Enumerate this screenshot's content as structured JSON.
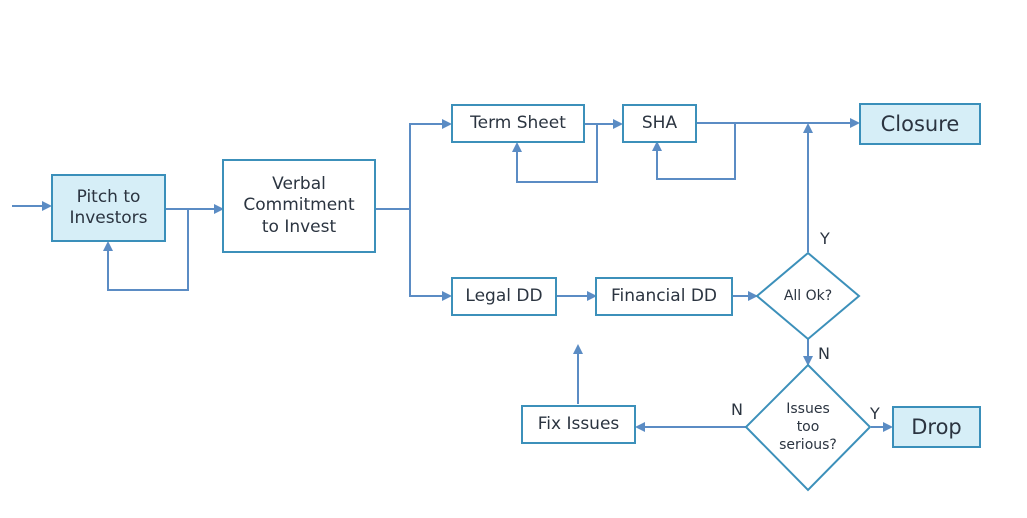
{
  "nodes": {
    "pitch": "Pitch to\nInvestors",
    "verbal": "Verbal\nCommitment\nto Invest",
    "term_sheet": "Term Sheet",
    "sha": "SHA",
    "closure": "Closure",
    "legal_dd": "Legal DD",
    "financial_dd": "Financial DD",
    "all_ok": "All Ok?",
    "issues_serious": "Issues\ntoo\nserious?",
    "fix_issues": "Fix Issues",
    "drop": "Drop"
  },
  "edge_labels": {
    "all_ok_yes": "Y",
    "all_ok_no": "N",
    "issues_no": "N",
    "issues_yes": "Y"
  },
  "colors": {
    "line": "#5b8cc4",
    "box_border": "#3c90ba",
    "box_fill": "#d6eef7",
    "text": "#2b3440"
  }
}
